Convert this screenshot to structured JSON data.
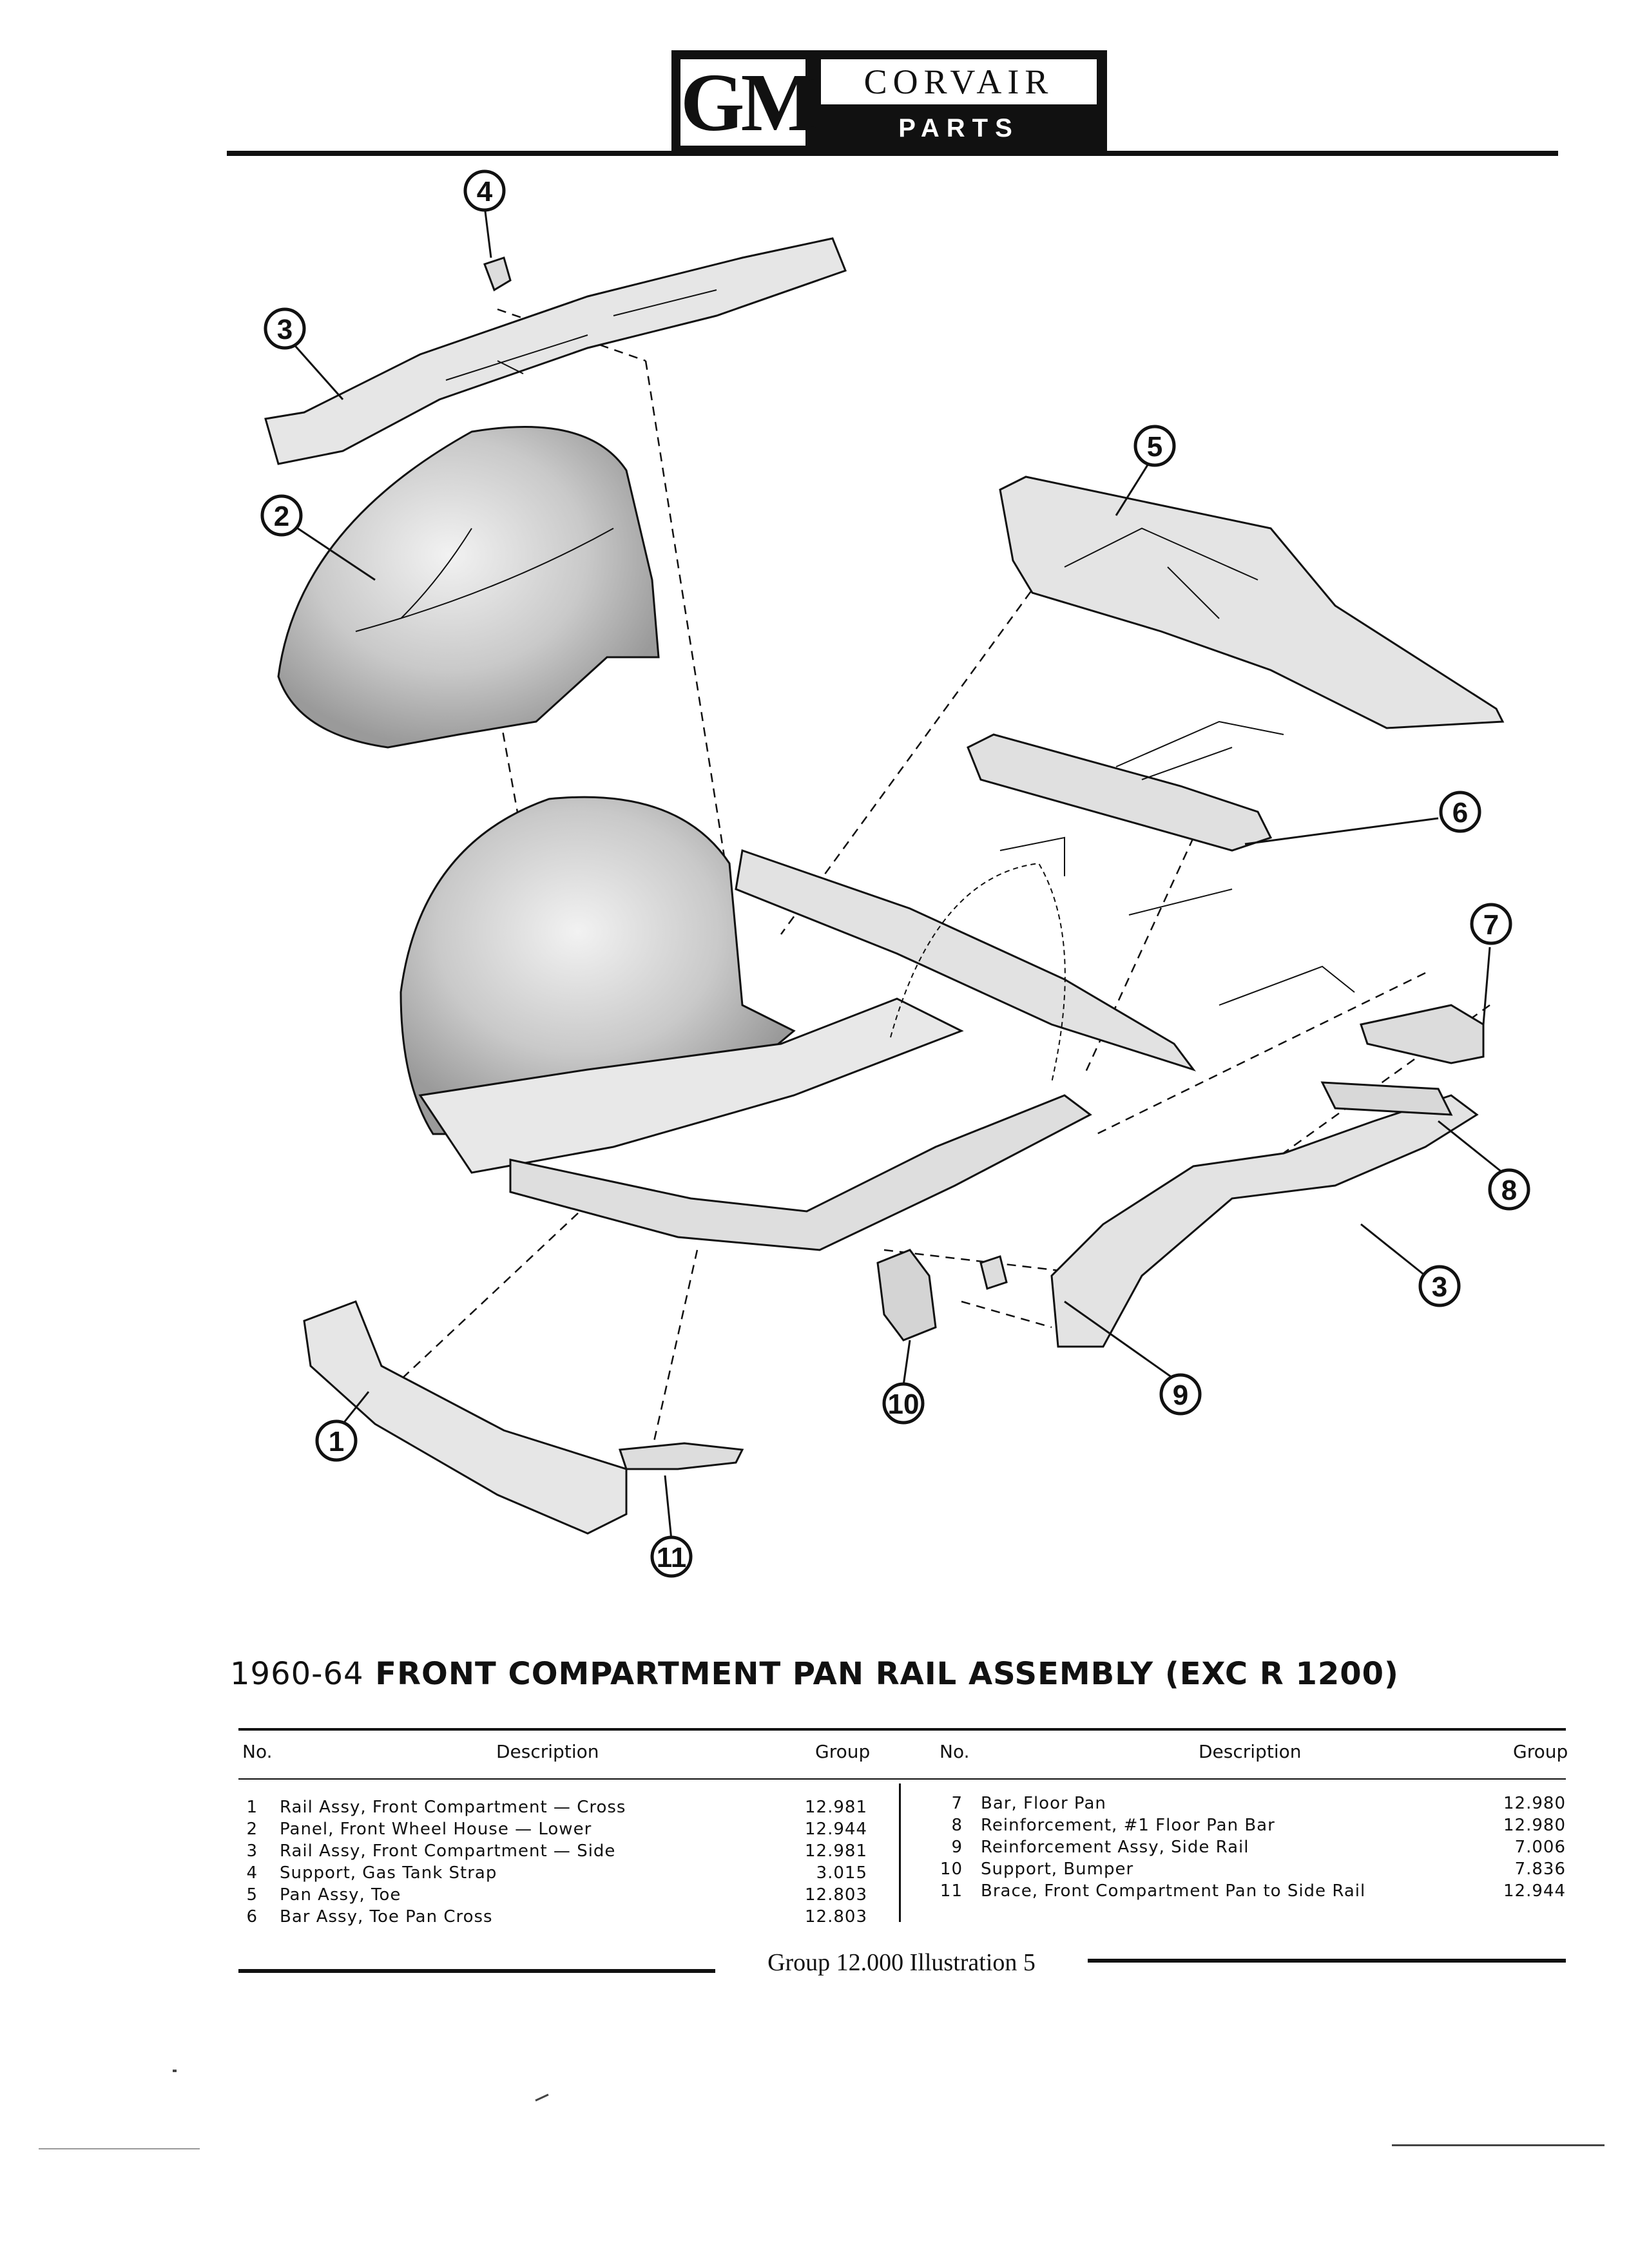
{
  "header": {
    "logo": "GM",
    "title": "CORVAIR",
    "subtitle": "PARTS CATALOGUE"
  },
  "callouts": [
    "1",
    "2",
    "3",
    "4",
    "5",
    "6",
    "7",
    "8",
    "9",
    "10",
    "11"
  ],
  "caption": {
    "years": "1960-64",
    "title": "FRONT COMPARTMENT PAN RAIL ASSEMBLY (EXC R 1200)"
  },
  "table": {
    "headers": {
      "no": "No.",
      "description": "Description",
      "group": "Group"
    },
    "left": [
      {
        "no": "1",
        "description": "Rail Assy, Front Compartment — Cross",
        "group": "12.981"
      },
      {
        "no": "2",
        "description": "Panel, Front Wheel House — Lower",
        "group": "12.944"
      },
      {
        "no": "3",
        "description": "Rail Assy, Front Compartment — Side",
        "group": "12.981"
      },
      {
        "no": "4",
        "description": "Support, Gas Tank Strap",
        "group": "3.015"
      },
      {
        "no": "5",
        "description": "Pan Assy, Toe",
        "group": "12.803"
      },
      {
        "no": "6",
        "description": "Bar Assy, Toe Pan Cross",
        "group": "12.803"
      }
    ],
    "right": [
      {
        "no": "7",
        "description": "Bar, Floor Pan",
        "group": "12.980"
      },
      {
        "no": "8",
        "description": "Reinforcement, #1 Floor Pan Bar",
        "group": "12.980"
      },
      {
        "no": "9",
        "description": "Reinforcement Assy, Side Rail",
        "group": "7.006"
      },
      {
        "no": "10",
        "description": "Support, Bumper",
        "group": "7.836"
      },
      {
        "no": "11",
        "description": "Brace, Front Compartment Pan to Side Rail",
        "group": "12.944"
      }
    ]
  },
  "footer": {
    "text": "Group 12.000  Illustration 5"
  }
}
